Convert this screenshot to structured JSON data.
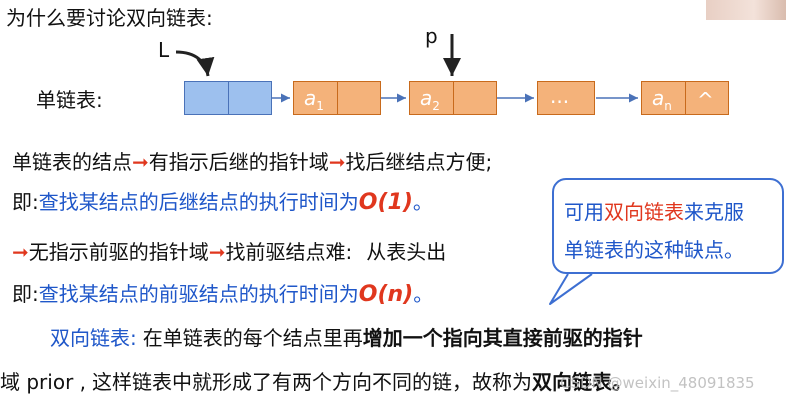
{
  "title": "为什么要讨论双向链表:",
  "diagram": {
    "list_label": "单链表:",
    "head_pointer": "L",
    "p_pointer": "p",
    "nodes": [
      {
        "name": "a",
        "sub": "1"
      },
      {
        "name": "a",
        "sub": "2"
      },
      {
        "name": "...",
        "sub": ""
      },
      {
        "name": "a",
        "sub": "n"
      }
    ],
    "null_symbol": "^"
  },
  "lines": {
    "l1_a": "单链表的结点",
    "l1_b": "有指示后继的指针域",
    "l1_c": "找后继结点方便;",
    "l2_prefix": "即:",
    "l2_text": "查找某结点的后继结点的执行时间为",
    "l2_complexity": "O(1)",
    "l2_end": "。",
    "l3_a": "无指示前驱的指针域",
    "l3_b": "找前驱结点难:",
    "l3_c": "从表头出",
    "l4_prefix": "即:",
    "l4_text": "查找某结点的前驱结点的执行时间为",
    "l4_complexity": "O(n)",
    "l4_end": "。",
    "p1_a": "双向链表:",
    "p1_b": "在单链表的每个结点里再",
    "p1_c": "增加一个指向其直接前驱的指针",
    "p2_a": "域 prior ,",
    "p2_b": "这样链表中就形成了有两个方向不同的链，故称为",
    "p2_c": "双向链表。"
  },
  "callout": {
    "pre": "可用",
    "highlight": "双向链表",
    "post": "来克服",
    "line2": "单链表的这种缺点。"
  },
  "watermark": "CSDN @weixin_48091835",
  "colors": {
    "text_blue": "#1f57c9",
    "arrow_red": "#e0371e",
    "node_orange": "#f4b27a",
    "head_blue": "#9dc0ee",
    "callout_border": "#3d6fd2"
  }
}
